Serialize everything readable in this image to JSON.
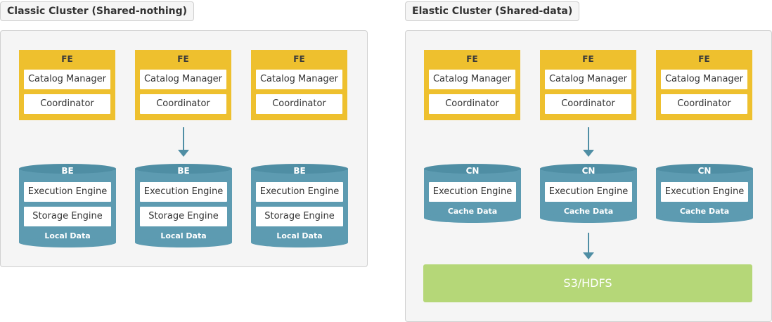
{
  "classic": {
    "title": "Classic Cluster (Shared-nothing)",
    "fe": [
      {
        "label": "FE",
        "catalog": "Catalog Manager",
        "coordinator": "Coordinator"
      },
      {
        "label": "FE",
        "catalog": "Catalog Manager",
        "coordinator": "Coordinator"
      },
      {
        "label": "FE",
        "catalog": "Catalog Manager",
        "coordinator": "Coordinator"
      }
    ],
    "be": [
      {
        "label": "BE",
        "execution": "Execution Engine",
        "storage": "Storage Engine",
        "data": "Local Data"
      },
      {
        "label": "BE",
        "execution": "Execution Engine",
        "storage": "Storage Engine",
        "data": "Local Data"
      },
      {
        "label": "BE",
        "execution": "Execution Engine",
        "storage": "Storage Engine",
        "data": "Local Data"
      }
    ]
  },
  "elastic": {
    "title": "Elastic Cluster (Shared-data)",
    "fe": [
      {
        "label": "FE",
        "catalog": "Catalog Manager",
        "coordinator": "Coordinator"
      },
      {
        "label": "FE",
        "catalog": "Catalog Manager",
        "coordinator": "Coordinator"
      },
      {
        "label": "FE",
        "catalog": "Catalog Manager",
        "coordinator": "Coordinator"
      }
    ],
    "cn": [
      {
        "label": "CN",
        "execution": "Execution Engine",
        "data": "Cache Data"
      },
      {
        "label": "CN",
        "execution": "Execution Engine",
        "data": "Cache Data"
      },
      {
        "label": "CN",
        "execution": "Execution Engine",
        "data": "Cache Data"
      }
    ],
    "storage": "S3/HDFS"
  },
  "colors": {
    "fe": "#eec02e",
    "node": "#5d9bb1",
    "storage": "#b5d778"
  }
}
